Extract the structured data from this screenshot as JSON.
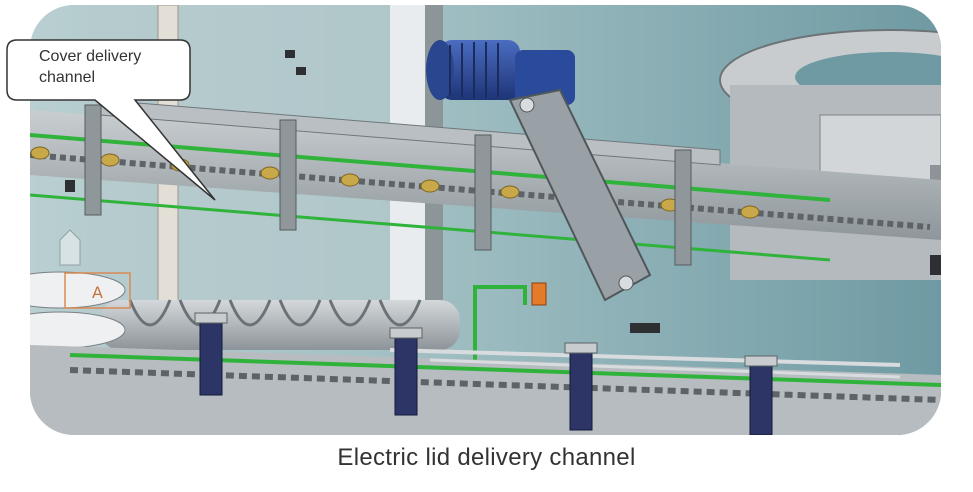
{
  "figure": {
    "callout_text": "Cover delivery channel",
    "caption": "Electric lid delivery channel",
    "marker_label": "A"
  },
  "colors": {
    "background": "#ffffff",
    "scene_bg": "#a9c3c6",
    "frame_gray": "#a6acb0",
    "motor_blue": "#2e4f9a",
    "green_rail": "#2fb33b",
    "caption_text": "#333333"
  }
}
